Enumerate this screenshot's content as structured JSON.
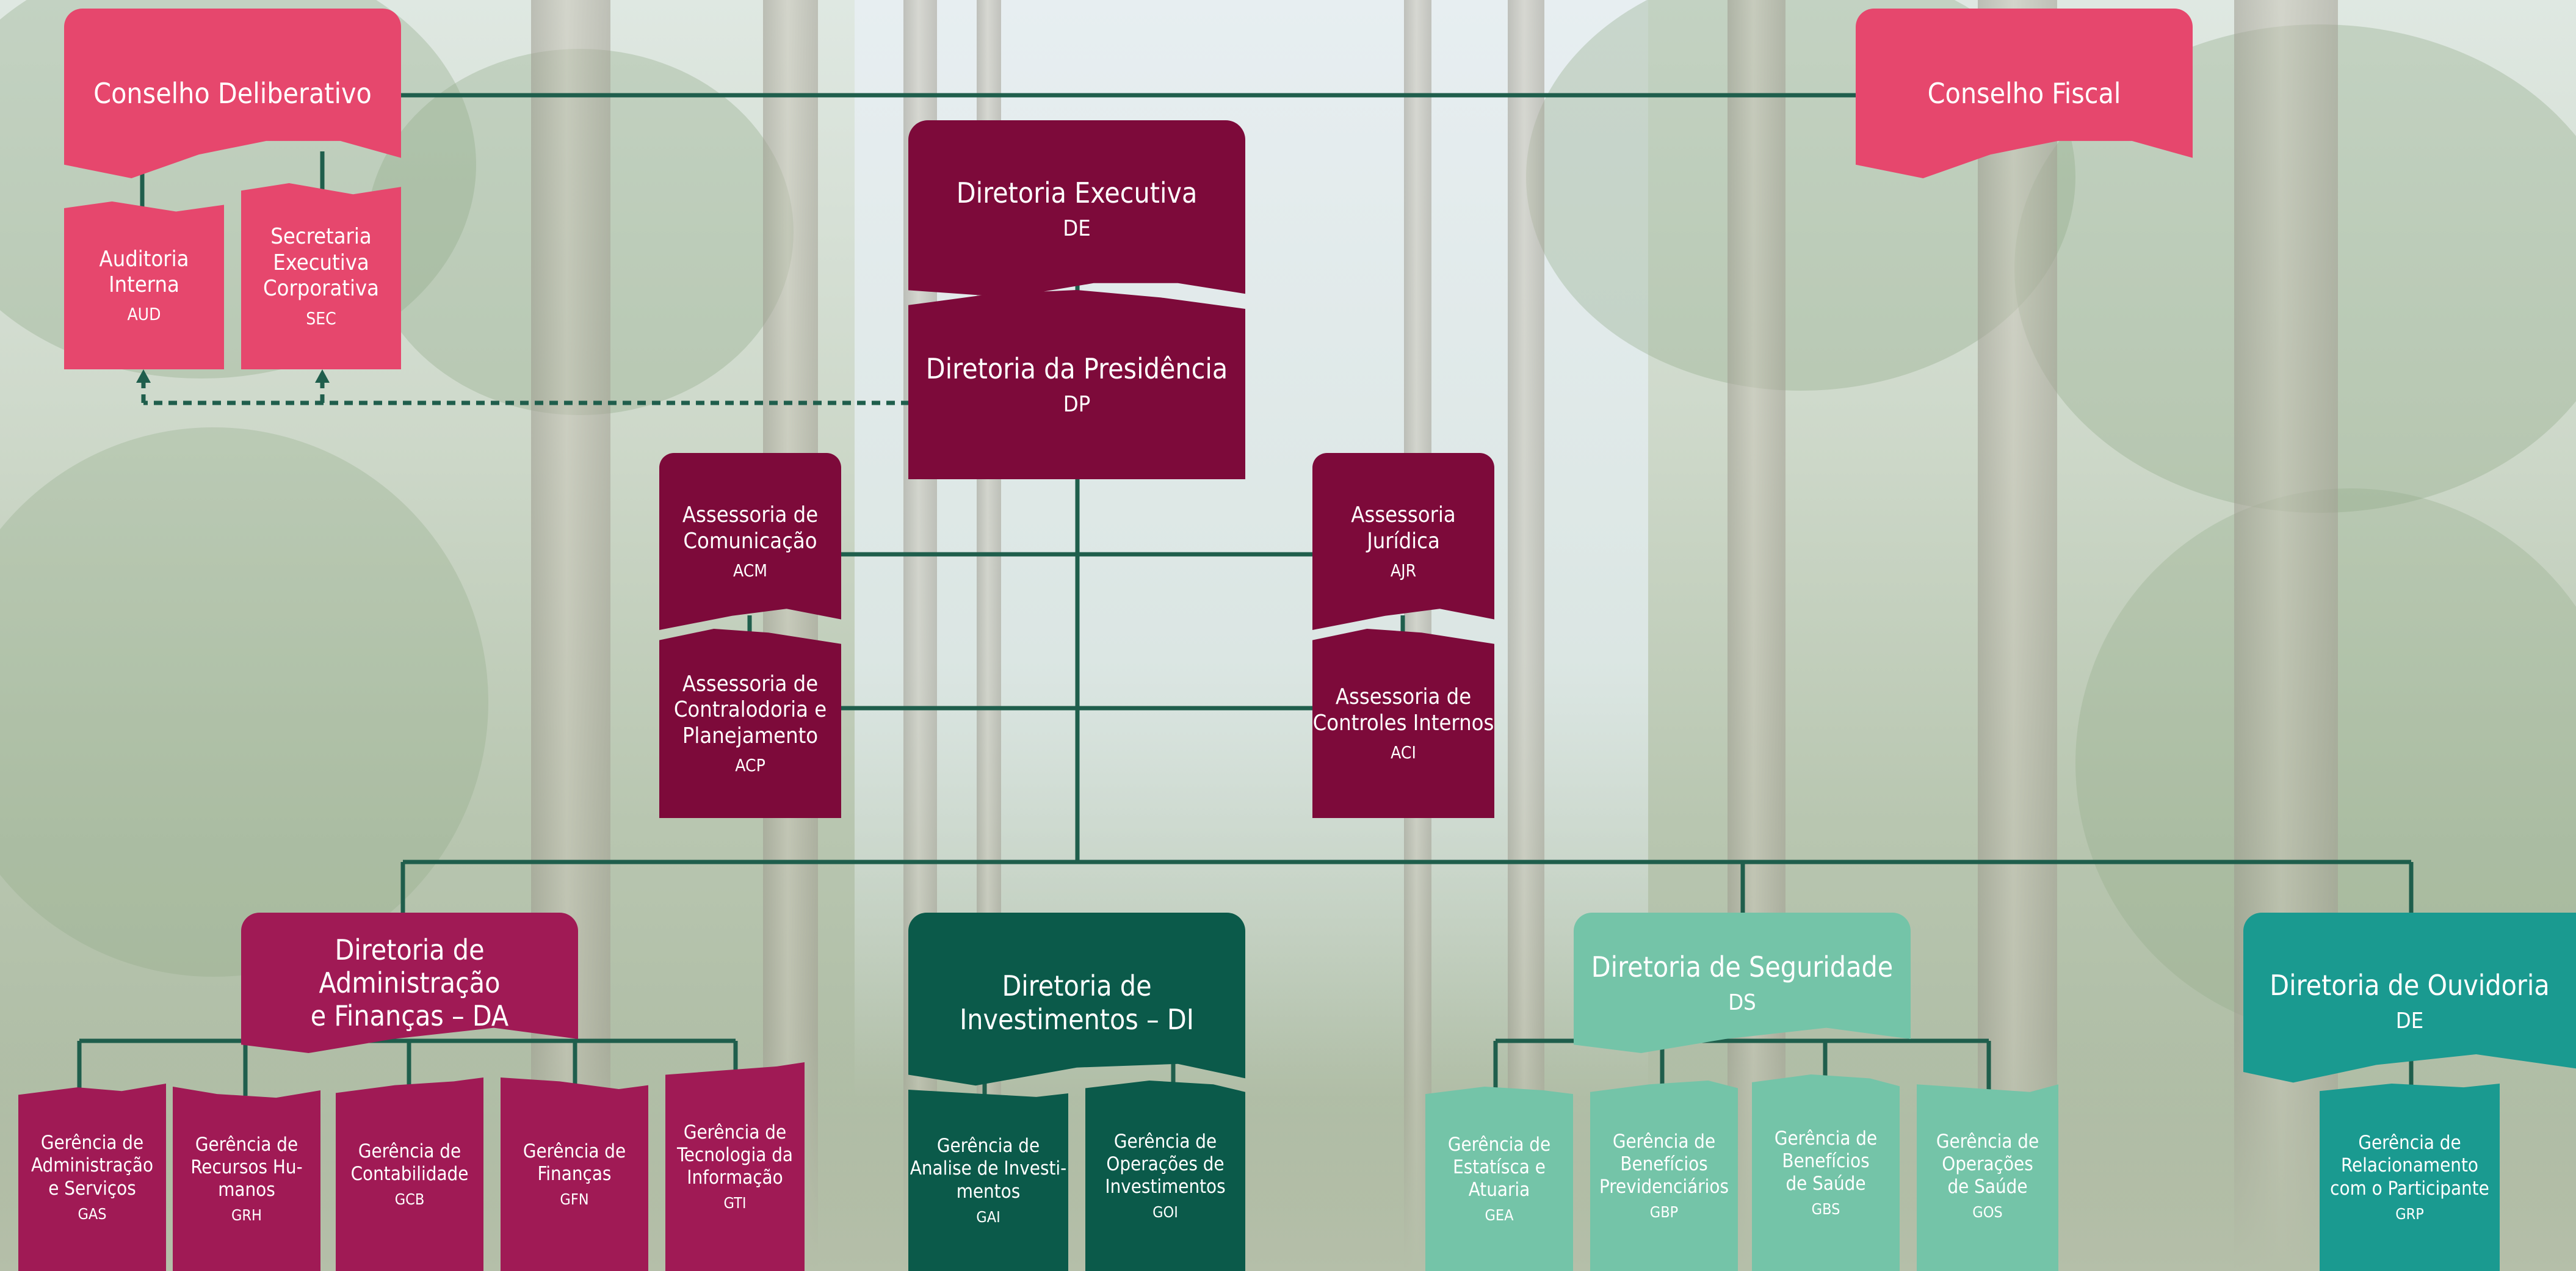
{
  "colors": {
    "pink": "#e6476d",
    "wine": "#7d0a3a",
    "magenta": "#a01a55",
    "dark_green": "#0b5a4a",
    "mint": "#74c4a8",
    "teal": "#1a9a90",
    "line": "#1f5e4c"
  },
  "nodes": {
    "conselho_deliberativo": {
      "title": "Conselho Deliberativo",
      "code": ""
    },
    "conselho_fiscal": {
      "title": "Conselho Fiscal",
      "code": ""
    },
    "auditoria_interna": {
      "title": "Auditoria\nInterna",
      "code": "AUD"
    },
    "secretaria_executiva": {
      "title": "Secretaria\nExecutiva\nCorporativa",
      "code": "SEC"
    },
    "diretoria_executiva": {
      "title": "Diretoria Executiva",
      "code": "DE"
    },
    "diretoria_presidencia": {
      "title": "Diretoria da Presidência",
      "code": "DP"
    },
    "assessoria_comunicacao": {
      "title": "Assessoria de\nComunicação",
      "code": "ACM"
    },
    "assessoria_juridica": {
      "title": "Assessoria\nJurídica",
      "code": "AJR"
    },
    "assessoria_controladoria": {
      "title": "Assessoria de\nContralodoria e\nPlanejamento",
      "code": "ACP"
    },
    "assessoria_controles": {
      "title": "Assessoria de\nControles Internos",
      "code": "ACI"
    },
    "diretoria_administracao": {
      "title": "Diretoria de Administração\ne Finanças – DA",
      "code": ""
    },
    "diretoria_investimentos": {
      "title": "Diretoria de\nInvestimentos – DI",
      "code": ""
    },
    "diretoria_seguridade": {
      "title": "Diretoria de Seguridade",
      "code": "DS"
    },
    "diretoria_ouvidoria": {
      "title": "Diretoria de Ouvidoria",
      "code": "DE"
    },
    "gas": {
      "title": "Gerência de\nAdministração\ne Serviços",
      "code": "GAS"
    },
    "grh": {
      "title": "Gerência de\nRecursos Hu-\nmanos",
      "code": "GRH"
    },
    "gcb": {
      "title": "Gerência de\nContabilidade",
      "code": "GCB"
    },
    "gfn": {
      "title": "Gerência de\nFinanças",
      "code": "GFN"
    },
    "gti": {
      "title": "Gerência de\nTecnologia da\nInformação",
      "code": "GTI"
    },
    "gai": {
      "title": "Gerência de\nAnalise de Investi-\nmentos",
      "code": "GAI"
    },
    "goi": {
      "title": "Gerência de\nOperações de\nInvestimentos",
      "code": "GOI"
    },
    "gea": {
      "title": "Gerência de\nEstatísca e\nAtuaria",
      "code": "GEA"
    },
    "gbp": {
      "title": "Gerência de\nBenefícios\nPrevidenciários",
      "code": "GBP"
    },
    "gbs": {
      "title": "Gerência de\nBenefícios\nde Saúde",
      "code": "GBS"
    },
    "gos": {
      "title": "Gerência de\nOperações\nde Saúde",
      "code": "GOS"
    },
    "grp": {
      "title": "Gerência de\nRelacionamento\ncom o Participante",
      "code": "GRP"
    }
  }
}
